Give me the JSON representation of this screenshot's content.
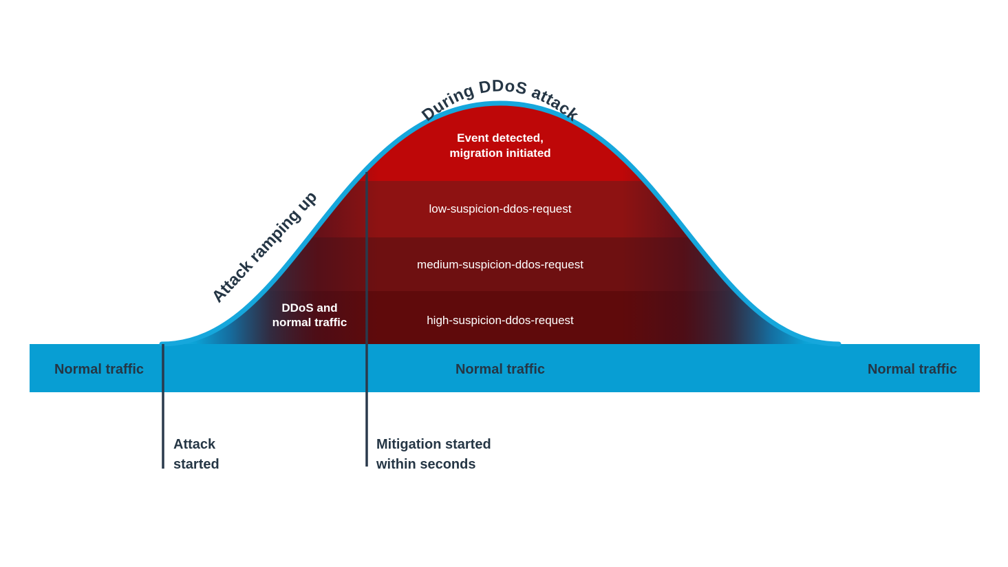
{
  "diagram": {
    "curve_title": "During DDoS attack",
    "slope_title": "Attack ramping up",
    "bands": [
      {
        "label_line1": "Event detected,",
        "label_line2": "migration initiated",
        "color": "#BE0708"
      },
      {
        "label": "low-suspicion-ddos-request",
        "color": "#8E1212"
      },
      {
        "label": "medium-suspicion-ddos-request",
        "color": "#6E1011"
      },
      {
        "label": "high-suspicion-ddos-request",
        "color": "#5F0A0B"
      }
    ],
    "mixed_traffic_label": {
      "line1": "DDoS and",
      "line2": "normal traffic"
    },
    "baseline_labels": {
      "left": "Normal traffic",
      "center": "Normal traffic",
      "right": "Normal traffic"
    },
    "markers": [
      {
        "line1": "Attack",
        "line2": "started"
      },
      {
        "line1": "Mitigation started",
        "line2": "within seconds"
      }
    ],
    "colors": {
      "traffic_blue": "#089ED3",
      "curve_stroke": "#16A7DC",
      "edge_blue_bright": "#25B4E3",
      "text_navy": "#253645",
      "marker_line": "#2A3A4C",
      "band_label_white": "#FFFFFF",
      "background": "#FFFFFF"
    }
  }
}
